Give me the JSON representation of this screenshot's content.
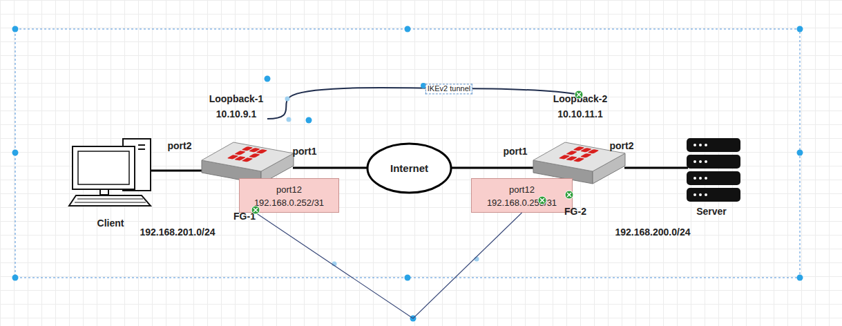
{
  "diagram": {
    "nodes": [
      {
        "text": [
          "Internet"
        ]
      },
      {
        "text": [
          "port12",
          "192.168.0.252/31"
        ]
      },
      {
        "text": [
          "port12",
          "192.168.0.253/31"
        ]
      }
    ],
    "edges": [
      {
        "from": 1,
        "to": 2,
        "arrow": "none"
      }
    ],
    "labels": [
      "Loopback-1",
      "10.10.9.1",
      "IKEv2 tunnel",
      "Loopback-2",
      "10.10.11.1",
      "port2",
      "port1",
      "port1",
      "port2",
      "Client",
      "FG-1",
      "FG-2",
      "Server",
      "192.168.201.0/24",
      "192.168.200.0/24"
    ]
  }
}
